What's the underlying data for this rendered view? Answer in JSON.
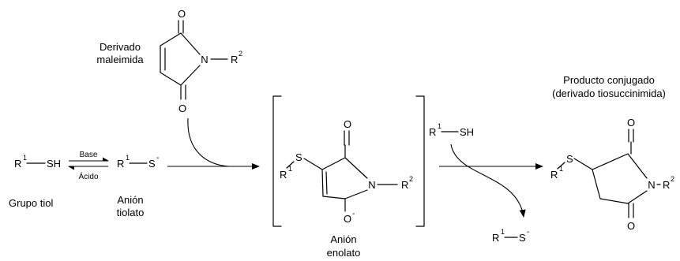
{
  "labels": {
    "maleimide": [
      "Derivado",
      "maleimida"
    ],
    "thiol_group": "Grupo tiol",
    "thiolate_anion": [
      "Anión",
      "tiolato"
    ],
    "enolate_anion": [
      "Anión",
      "enolato"
    ],
    "product": [
      "Producto conjugado",
      "(derivado tiosuccinimida)"
    ],
    "base": "Base",
    "acid": "Ácido"
  },
  "atoms": {
    "O": "O",
    "N": "N",
    "S": "S",
    "SH": "SH",
    "R": "R",
    "sub1": "1",
    "sub2": "2",
    "minus": "-"
  }
}
